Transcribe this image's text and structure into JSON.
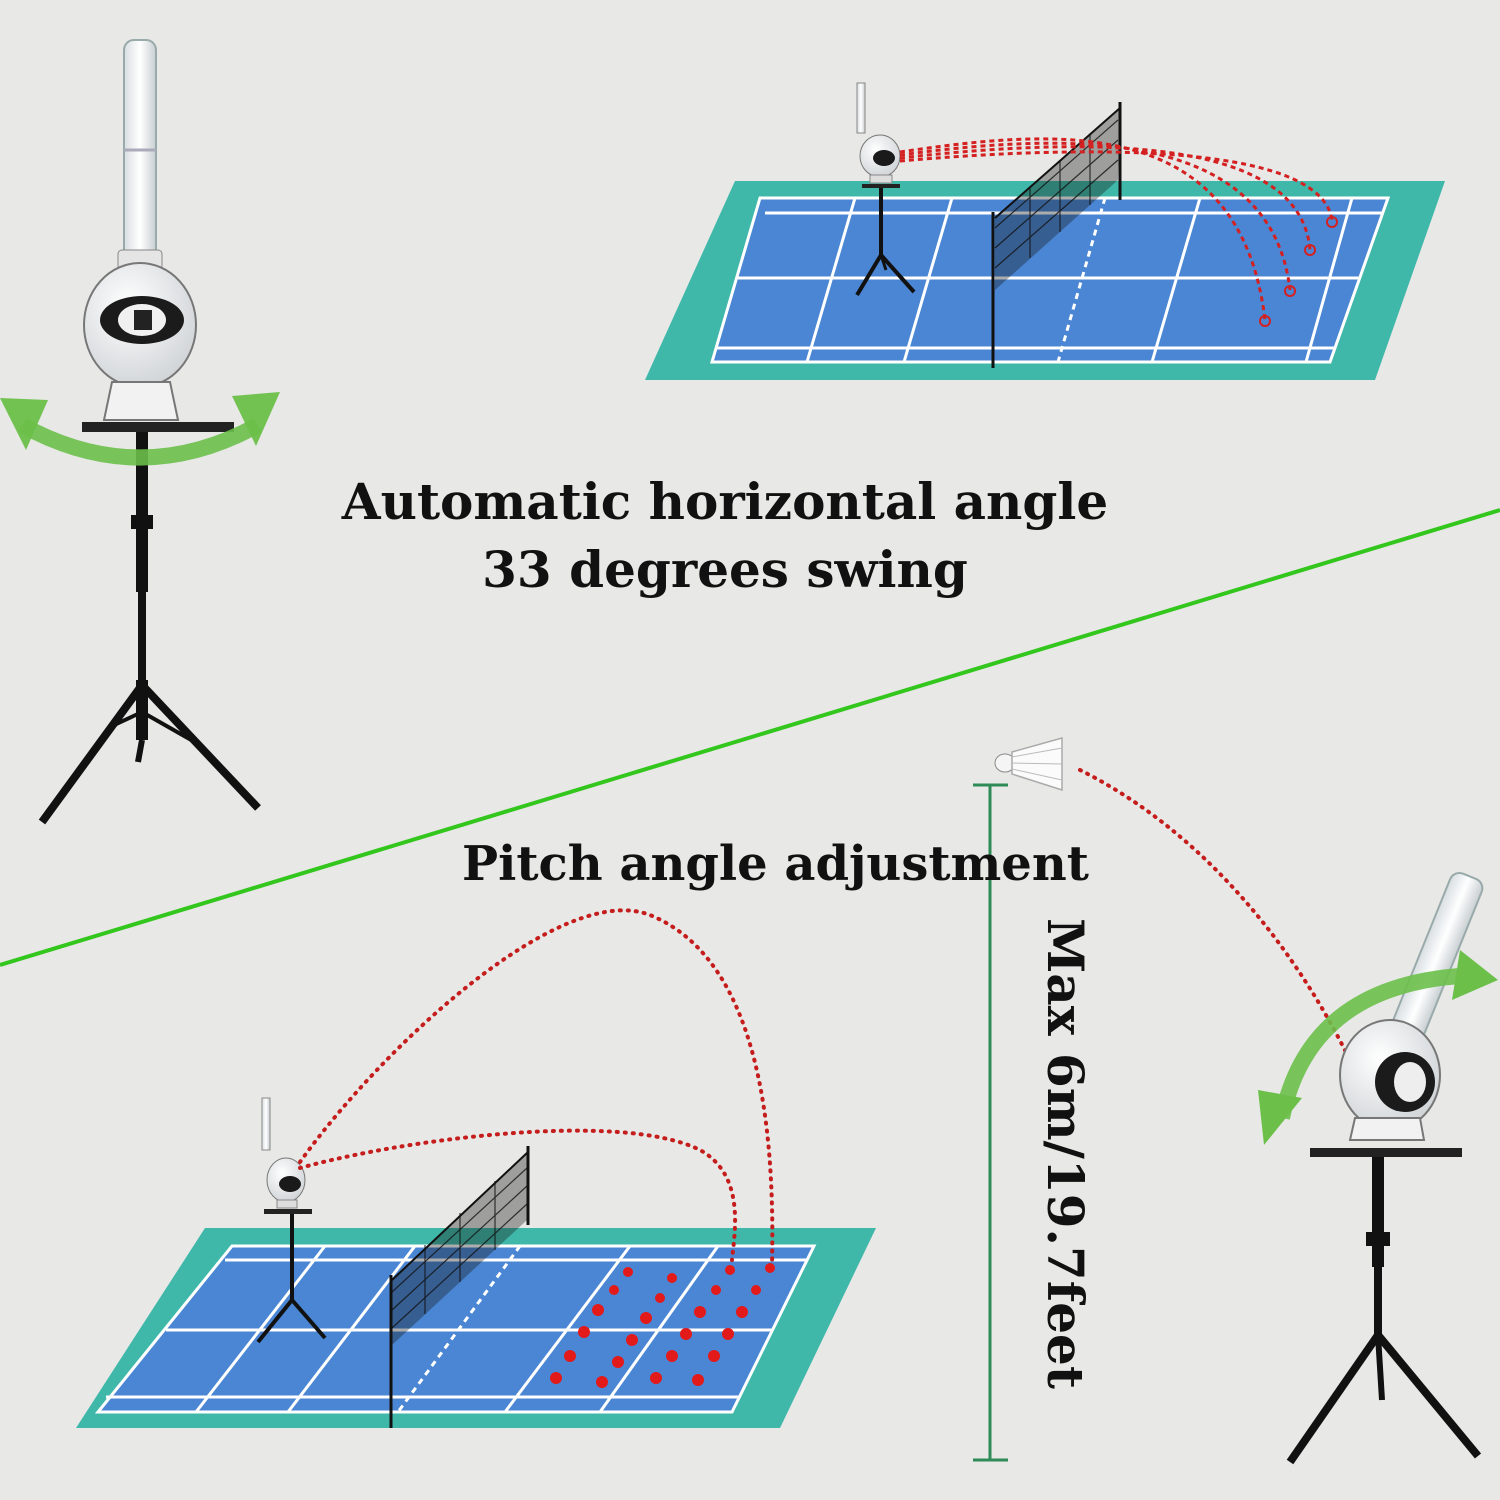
{
  "captions": {
    "horizontal_line1": "Automatic horizontal angle",
    "horizontal_line2": "33 degrees swing",
    "pitch": "Pitch angle adjustment",
    "height": "Max 6m/19.7feet"
  },
  "colors": {
    "background": "#e8e8e6",
    "court_surround": "#3fb8aa",
    "court_surface": "#4a86d4",
    "court_lines": "#ffffff",
    "arrow_green": "#6cc04a",
    "divider_green": "#33c71e",
    "trajectory_red": "#d42020",
    "height_marker": "#2e8b57"
  },
  "icons": {
    "top_left": "shuttlecock-launcher-on-tripod-icon",
    "bottom_right": "tilted-shuttlecock-launcher-on-tripod-icon",
    "shuttlecock": "shuttlecock-icon"
  }
}
